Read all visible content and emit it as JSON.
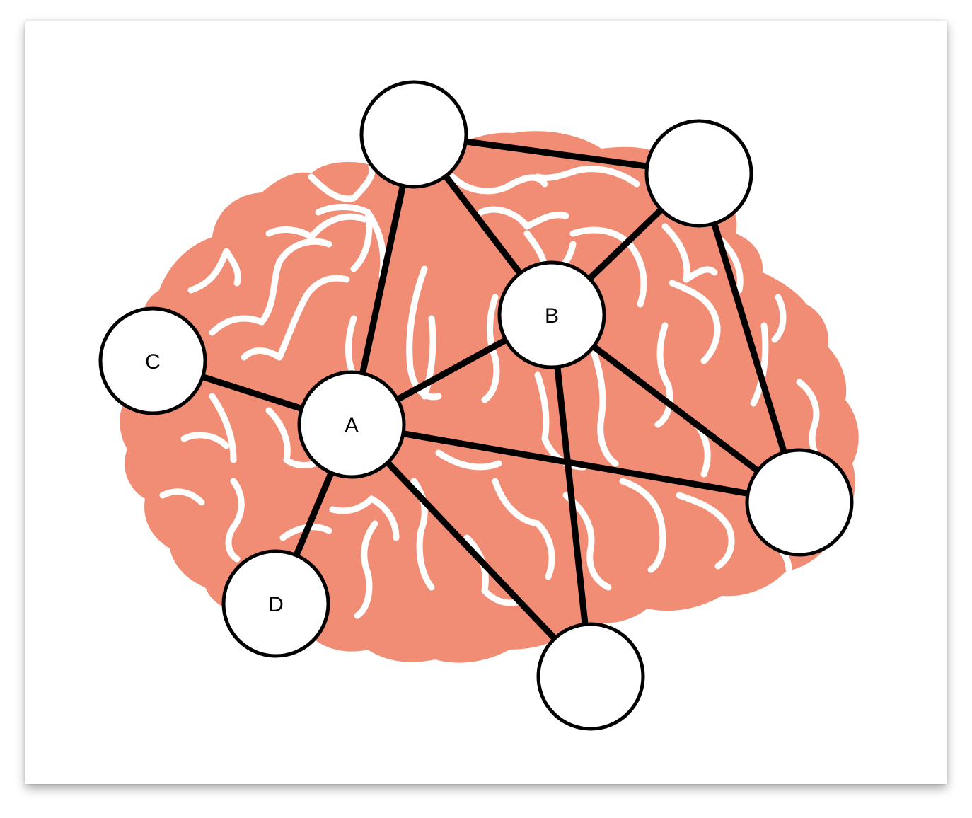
{
  "colors": {
    "brain": "#f18d74",
    "fold": "#ffffff",
    "edge": "#000000",
    "node_fill": "#ffffff",
    "node_stroke": "#000000"
  },
  "nodes": [
    {
      "id": "top-left",
      "label": ""
    },
    {
      "id": "top-right",
      "label": ""
    },
    {
      "id": "B",
      "label": "B"
    },
    {
      "id": "C",
      "label": "C"
    },
    {
      "id": "A",
      "label": "A"
    },
    {
      "id": "right",
      "label": ""
    },
    {
      "id": "D",
      "label": "D"
    },
    {
      "id": "bottom",
      "label": ""
    }
  ],
  "edges": [
    [
      "top-left",
      "top-right"
    ],
    [
      "top-left",
      "A"
    ],
    [
      "top-left",
      "B"
    ],
    [
      "top-right",
      "B"
    ],
    [
      "top-right",
      "right"
    ],
    [
      "B",
      "A"
    ],
    [
      "B",
      "right"
    ],
    [
      "B",
      "bottom"
    ],
    [
      "C",
      "A"
    ],
    [
      "A",
      "right"
    ],
    [
      "A",
      "D"
    ],
    [
      "A",
      "bottom"
    ]
  ]
}
